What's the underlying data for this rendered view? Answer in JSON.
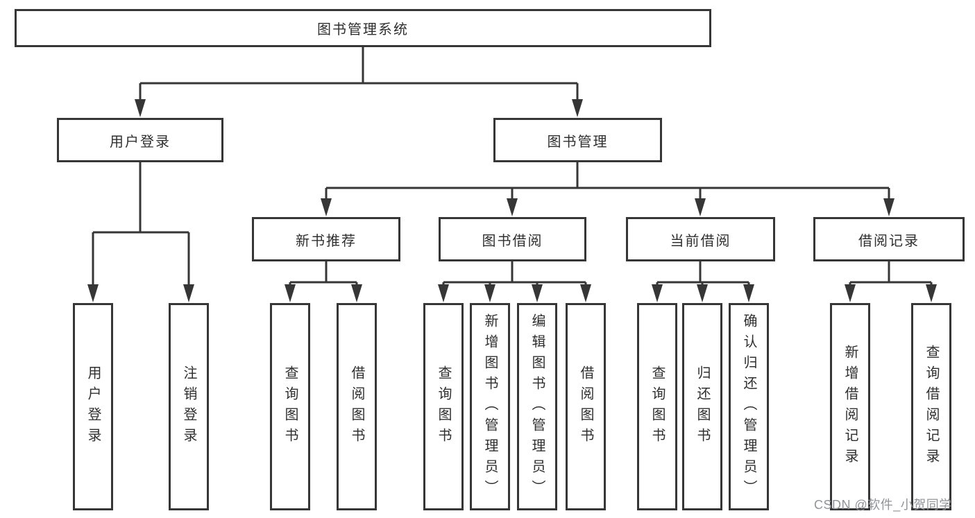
{
  "tree": {
    "label": "图书管理系统",
    "children": [
      {
        "label": "用户登录",
        "children": [
          {
            "label": "用户登录"
          },
          {
            "label": "注销登录"
          }
        ]
      },
      {
        "label": "图书管理",
        "children": [
          {
            "label": "新书推荐",
            "children": [
              {
                "label": "查询图书"
              },
              {
                "label": "借阅图书"
              }
            ]
          },
          {
            "label": "图书借阅",
            "children": [
              {
                "label": "查询图书"
              },
              {
                "label": "新增图书（管理员）"
              },
              {
                "label": "编辑图书（管理员）"
              },
              {
                "label": "借阅图书"
              }
            ]
          },
          {
            "label": "当前借阅",
            "children": [
              {
                "label": "查询图书"
              },
              {
                "label": "归还图书"
              },
              {
                "label": "确认归还（管理员）"
              }
            ]
          },
          {
            "label": "借阅记录",
            "children": [
              {
                "label": "新增借阅记录"
              },
              {
                "label": "查询借阅记录"
              }
            ]
          }
        ]
      }
    ]
  },
  "watermark": {
    "text": "CSDN @软件_小贺同学"
  },
  "colors": {
    "line": "#363636",
    "box_border": "#363636",
    "text": "#2f2f2f",
    "watermark": "#90949a",
    "background": "#ffffff"
  }
}
